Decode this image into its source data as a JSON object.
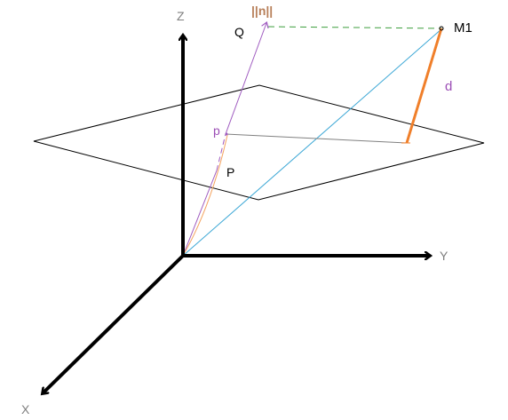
{
  "labels": {
    "axis_z": "Z",
    "axis_y": "Y",
    "axis_x": "X",
    "point_q": "Q",
    "norm_n": "||n||",
    "point_m1": "M1",
    "distance_d": "d",
    "point_p_lower": "p",
    "point_p_upper": "P"
  },
  "colors": {
    "axes": "#000000",
    "axis_label": "#7f7f7f",
    "plane": "#000000",
    "normal_vector": "#a05cc0",
    "distance": "#f07f2a",
    "curve": "#f4a460",
    "diagonal": "#3ea8d6",
    "dashed_top": "#3c9e3c",
    "projection": "#808080",
    "norm_label": "#b8805a",
    "p_label": "#9b4db5",
    "d_label": "#9b4db5",
    "black_text": "#000000"
  }
}
